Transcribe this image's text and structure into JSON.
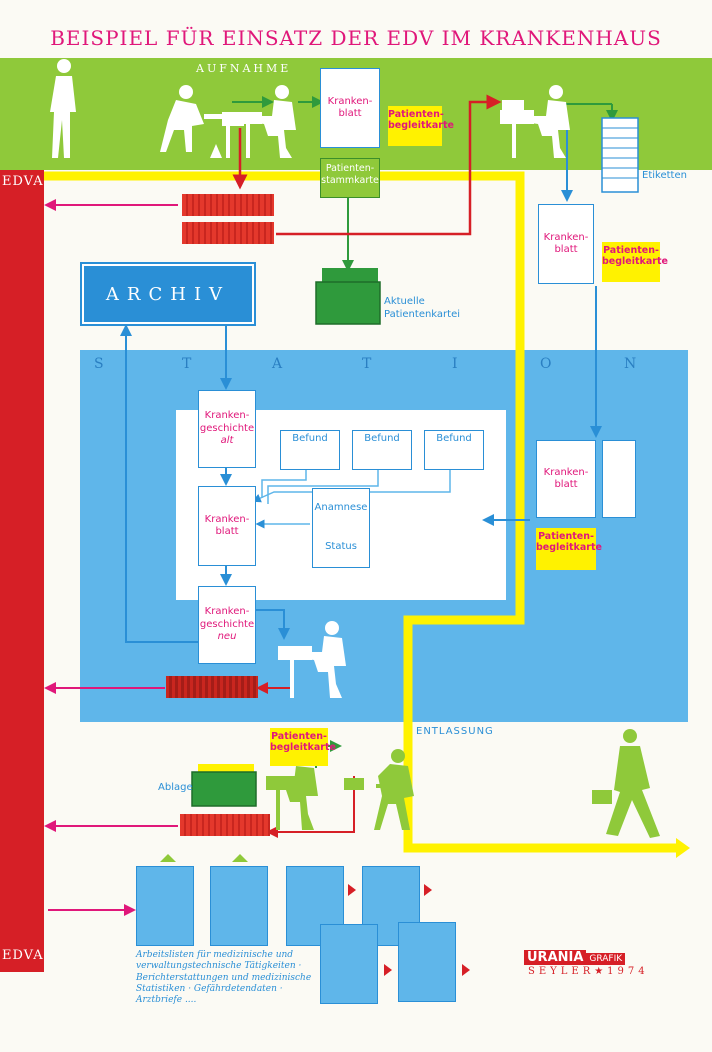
{
  "title": "BEISPIEL FÜR EINSATZ DER EDV IM KRANKENHAUS",
  "sections": {
    "aufnahme": "AUFNAHME",
    "station_letters": [
      "S",
      "T",
      "A",
      "T",
      "I",
      "O",
      "N"
    ],
    "entlassung": "ENTLASSUNG",
    "edva_top": "EDVA",
    "edva_bottom": "EDVA"
  },
  "archiv": "ARCHIV",
  "cards": {
    "krankenblatt_top": [
      "Kranken-",
      "blatt"
    ],
    "patientenbegleitkarte_top": [
      "Patienten-",
      "begleitkarte"
    ],
    "patientenstammkarte": [
      "Patienten-",
      "stammkarte"
    ],
    "etiketten": "Etiketten",
    "krankenblatt_right": [
      "Kranken-",
      "blatt"
    ],
    "patientenbegleitkarte_right": [
      "Patienten-",
      "begleitkarte"
    ],
    "aktuelle_patientenkartei": [
      "Aktuelle",
      "Patientenkartei"
    ],
    "krankengeschichte_alt": [
      "Kranken-",
      "geschichte",
      "alt"
    ],
    "krankenblatt_station": [
      "Kranken-",
      "blatt"
    ],
    "krankengeschichte_neu": [
      "Kranken-",
      "geschichte",
      "neu"
    ],
    "befund": [
      "Befund",
      "Befund",
      "Befund"
    ],
    "anamnese": "Anamnese",
    "status": "Status",
    "krankenblatt_station_right": [
      "Kranken-",
      "blatt"
    ],
    "patientenbegleitkarte_station": [
      "Patienten-",
      "begleitkarte"
    ],
    "patientenbegleitkarte_entlassung": [
      "Patienten-",
      "begleitkarte"
    ],
    "ablage": "Ablage"
  },
  "footnote": "Arbeitslisten für medizinische und verwaltungstechnische Tätigkeiten · Berichterstattungen und medizinische Statistiken · Gefährdetendaten · Arztbriefe ....",
  "credit": {
    "brand": "URANIA",
    "sub": "GRAFIK",
    "line": "SEYLER★1974"
  },
  "colors": {
    "magenta": "#e0177a",
    "green": "#8fc93a",
    "red": "#d61f26",
    "blue": "#2a8fd6",
    "lightblue": "#5fb6ea",
    "yellow": "#fff200",
    "darkgreen": "#2f9a3c"
  }
}
